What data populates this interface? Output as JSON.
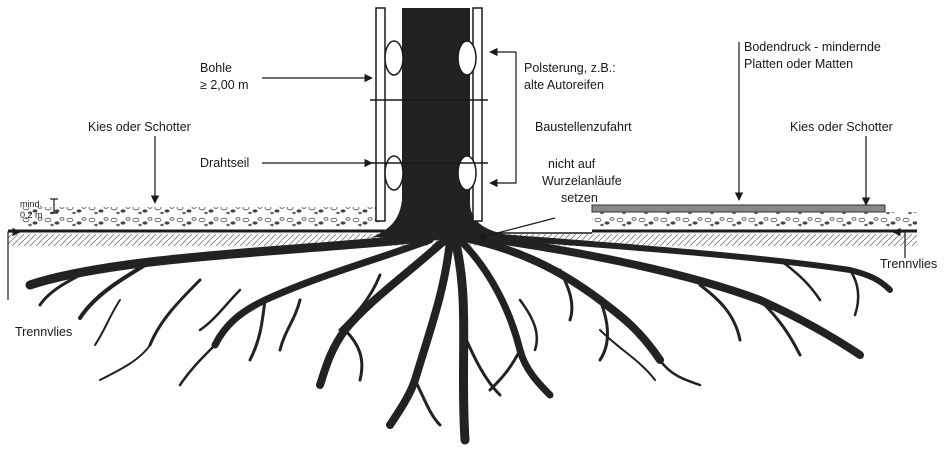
{
  "labels": {
    "bohle_1": "Bohle",
    "bohle_2": "≥ 2,00 m",
    "kies_left": "Kies oder Schotter",
    "drahtseil": "Drahtseil",
    "mind_1": "mind.",
    "mind_2": "0,2 m",
    "trennvlies_left": "Trennvlies",
    "polsterung_1": "Polsterung, z.B.:",
    "polsterung_2": "alte Autoreifen",
    "baustellenzufahrt": "Baustellenzufahrt",
    "nicht_1": "nicht auf",
    "nicht_2": "Wurzelanläufe",
    "nicht_3": "setzen",
    "bodendruck_1": "Bodendruck - mindernde",
    "bodendruck_2": "Platten oder Matten",
    "kies_right": "Kies oder Schotter",
    "trennvlies_right": "Trennvlies"
  },
  "colors": {
    "ink": "#1a1a1a",
    "trunk": "#222222",
    "gravel": "#555555"
  }
}
